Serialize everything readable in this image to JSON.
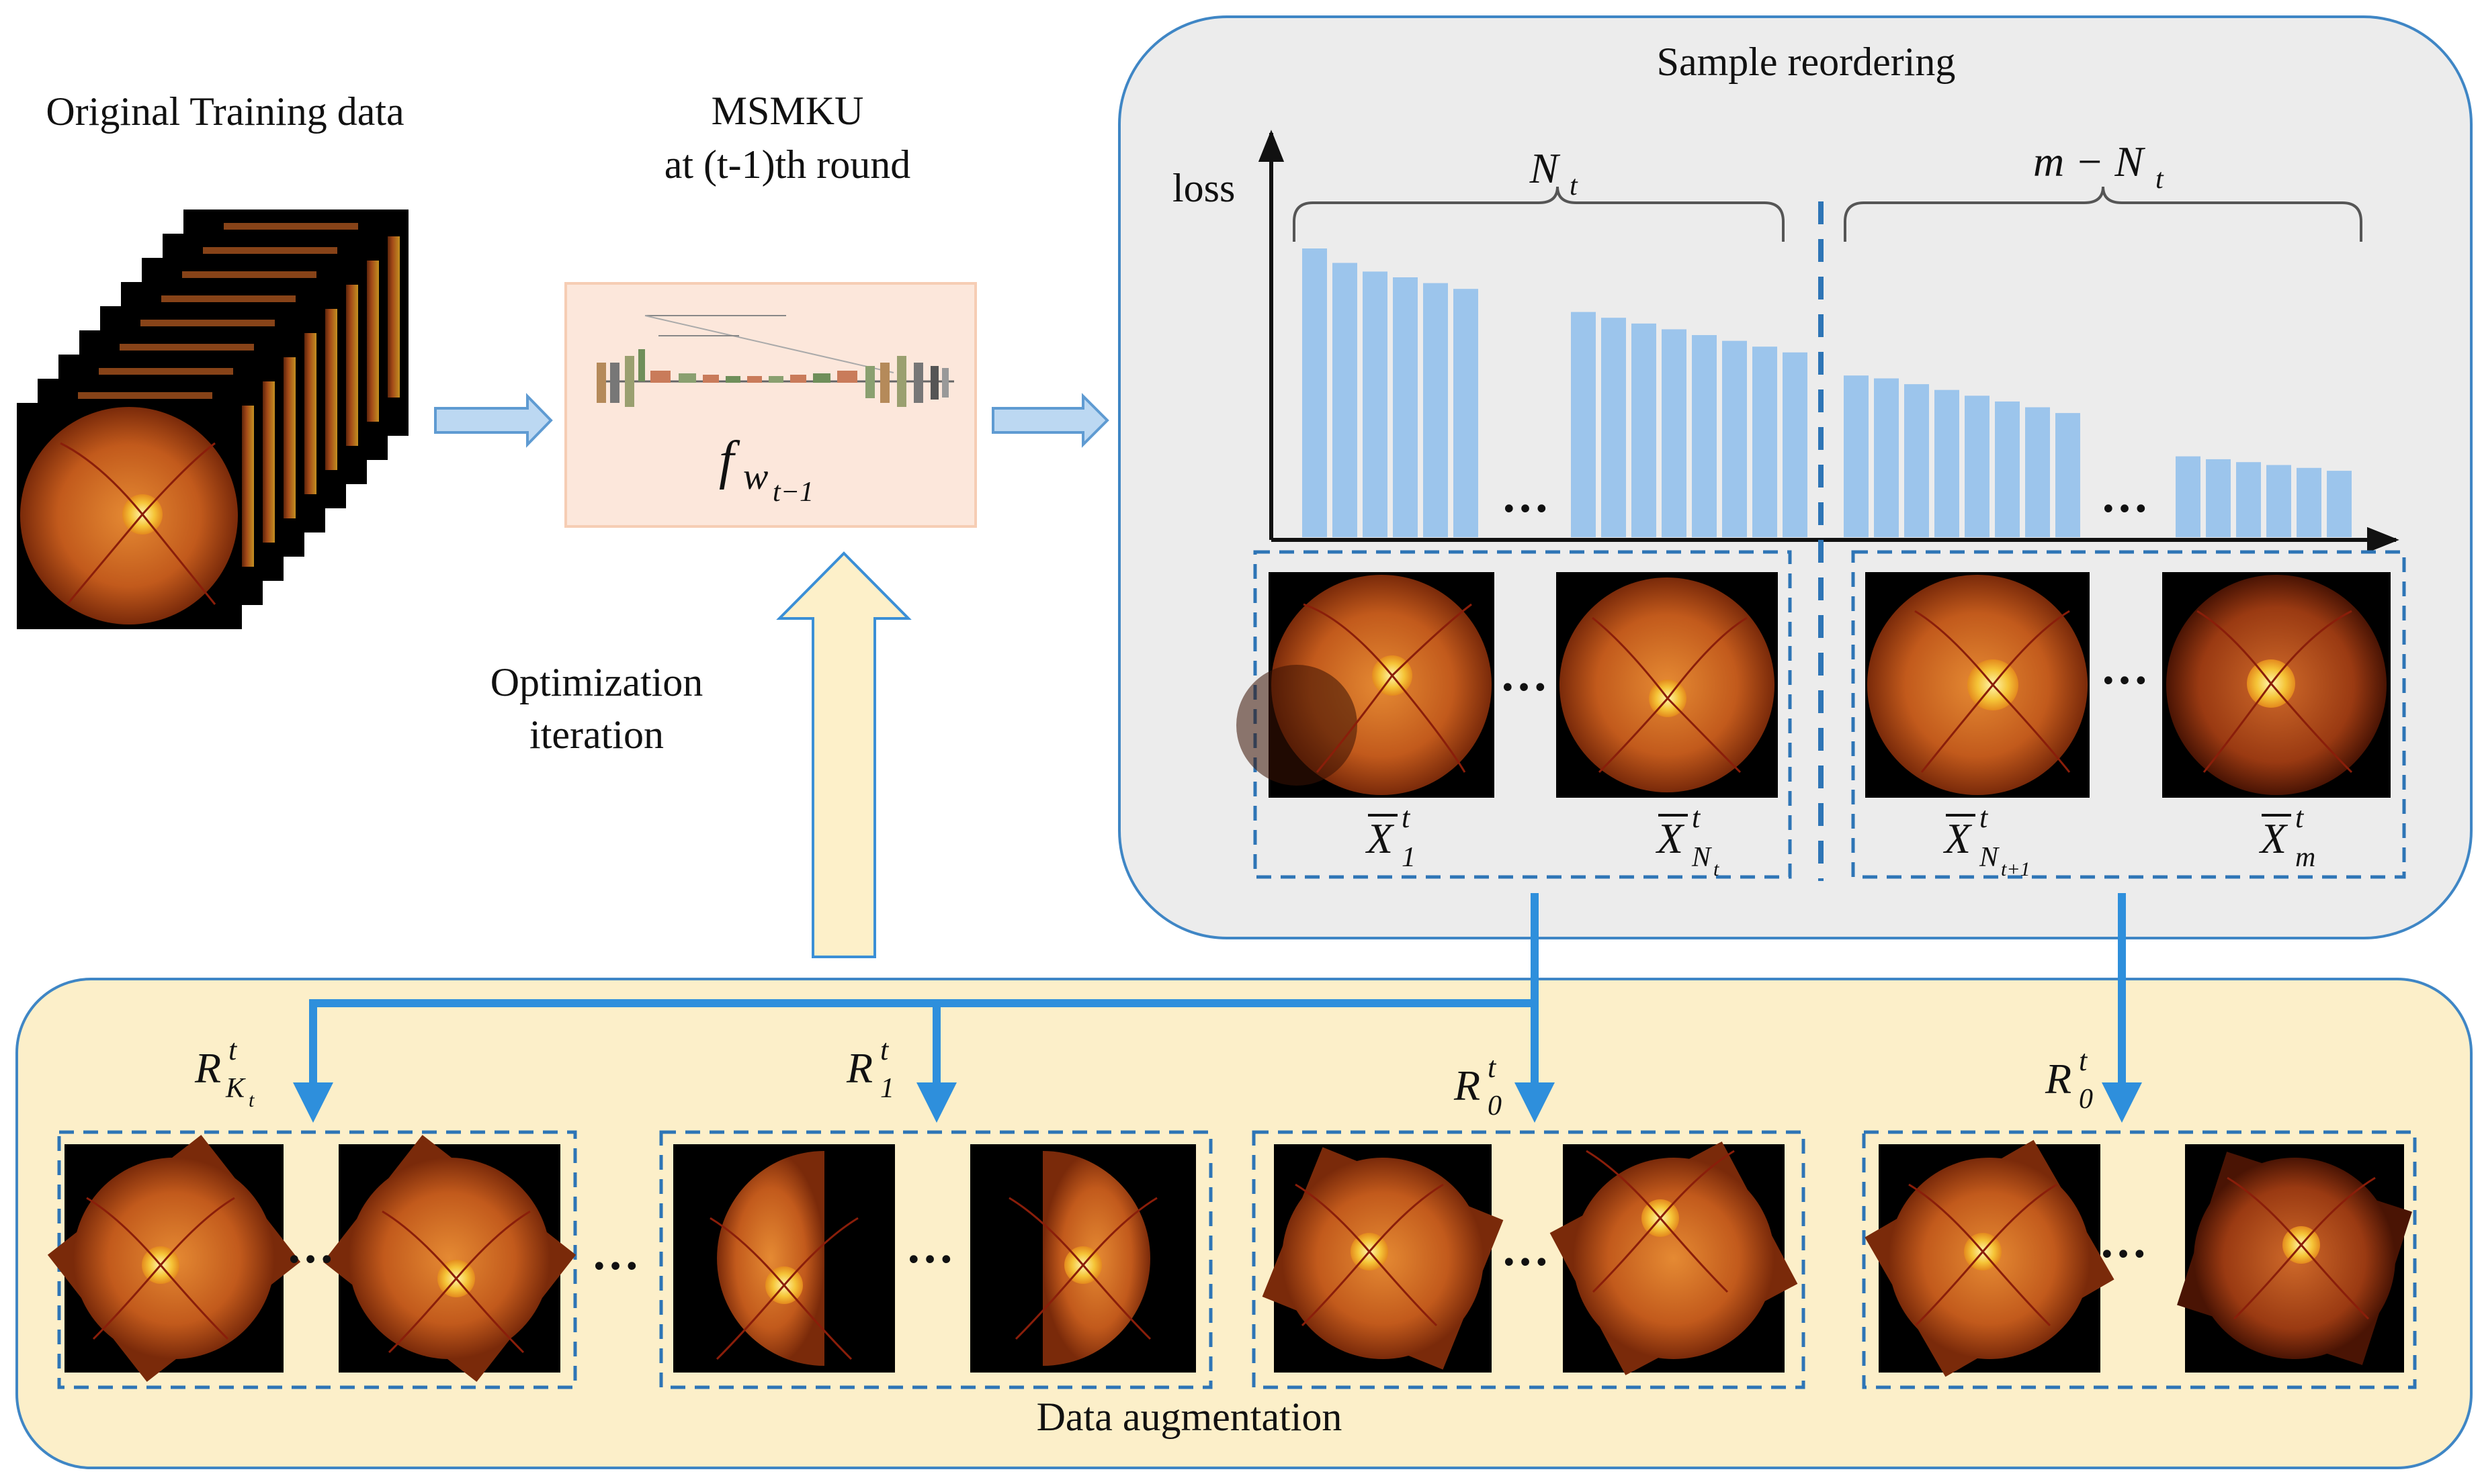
{
  "labels": {
    "original_training_data": "Original Training data",
    "msmku_line1": "MSMKU",
    "msmku_line2": "at (t-1)th round",
    "optimization_line1": "Optimization",
    "optimization_line2": "iteration",
    "sample_reordering": "Sample reordering",
    "loss_axis": "loss",
    "data_augmentation": "Data augmentation"
  },
  "math": {
    "model_f": "f",
    "model_w": "w",
    "model_sub": "t−1",
    "group_left_base": "N",
    "group_left_sub": "t",
    "group_right_base": "m − N",
    "group_right_sub": "t",
    "x_base": "X",
    "x_sup": "t",
    "x1_sub": "1",
    "xn_sub": "N",
    "xn_subsub": "t",
    "xn1_sub": "N",
    "xn1_subsub": "t+1",
    "xm_sub": "m",
    "r_base": "R",
    "r_sup": "t",
    "rk_sub": "K",
    "rk_subsub": "t",
    "r1_sub": "1",
    "r0_sub": "0"
  },
  "ellipsis": "…",
  "colors": {
    "bar": "#9cc5ec",
    "dashed_border": "#2e75b6",
    "arrow": "#2e8fdc",
    "panel_grey": "#ececec",
    "panel_yellow": "#fcefc9",
    "model_box": "#fce7db"
  },
  "chart_data": {
    "type": "bar",
    "ylabel": "loss",
    "groups": [
      {
        "values": [
          100,
          95,
          92,
          90,
          88,
          86
        ]
      },
      {
        "values": [
          78,
          76,
          74,
          72,
          70,
          68,
          66,
          64
        ]
      },
      {
        "values": [
          56,
          55,
          53,
          51,
          49,
          47,
          45,
          43
        ]
      },
      {
        "values": [
          28,
          27,
          26,
          25,
          24,
          23
        ]
      }
    ]
  }
}
